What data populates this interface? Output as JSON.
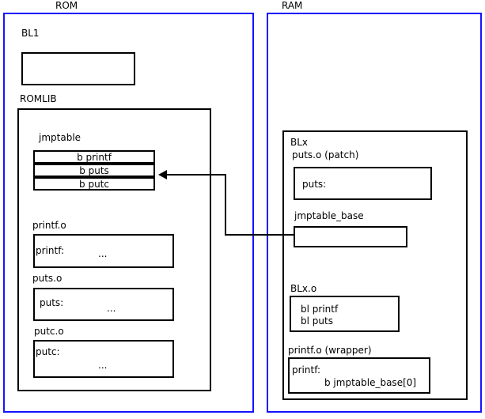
{
  "diagram": {
    "title_rom": "ROM",
    "title_ram": "RAM",
    "regions": {
      "rom": {
        "label": "ROM",
        "color": "#1414ff"
      },
      "ram": {
        "label": "RAM",
        "color": "#1414ff"
      }
    },
    "rom": {
      "bl1_label": "BL1",
      "romlib_label": "ROMLIB",
      "jmptable_label": "jmptable",
      "jmptable_entries": [
        "b printf",
        "b puts",
        "b putc"
      ],
      "objects": [
        {
          "label": "printf.o",
          "symbol": "printf:",
          "body": "..."
        },
        {
          "label": "puts.o",
          "symbol": "puts:",
          "body": "..."
        },
        {
          "label": "putc.o",
          "symbol": "putc:",
          "body": "..."
        }
      ]
    },
    "ram": {
      "blx_label": "BLx",
      "patch_label": "puts.o (patch)",
      "patch_symbol": "puts:",
      "jmptable_base_label": "jmptable_base",
      "blxo_label": "BLx.o",
      "blxo_line1": "bl printf",
      "blxo_line2": "bl puts",
      "wrapper_label": "printf.o (wrapper)",
      "wrapper_symbol": "printf:",
      "wrapper_branch": "b jmptable_base[0]"
    },
    "connector": {
      "name": "jmptable-base-to-b-puts-arrow",
      "from": "jmptable_base",
      "to": "b puts"
    }
  }
}
